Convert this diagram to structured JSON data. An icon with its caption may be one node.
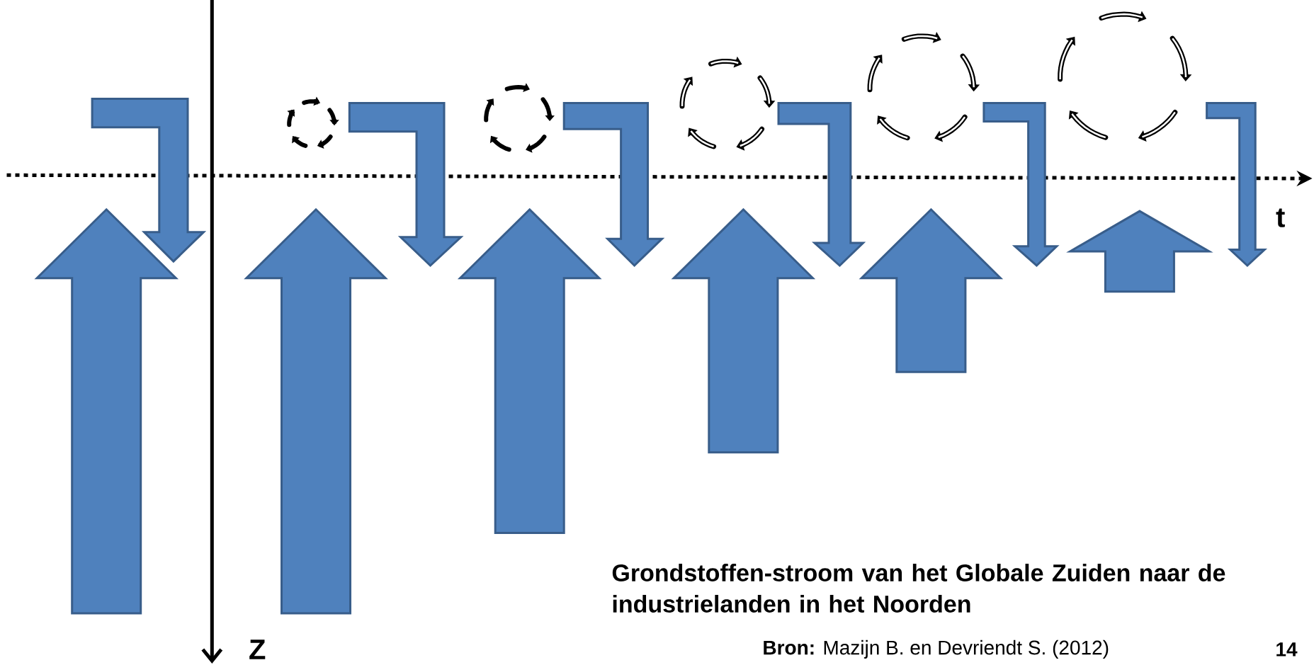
{
  "diagram": {
    "labels": [
      "t",
      "Grondstoffen-stroom van het Globale Zuiden naar de industrielanden in het Noorden",
      "Z",
      "**Bron:** Mazijn B. en Devriendt S. (2012)",
      "14"
    ]
  }
}
